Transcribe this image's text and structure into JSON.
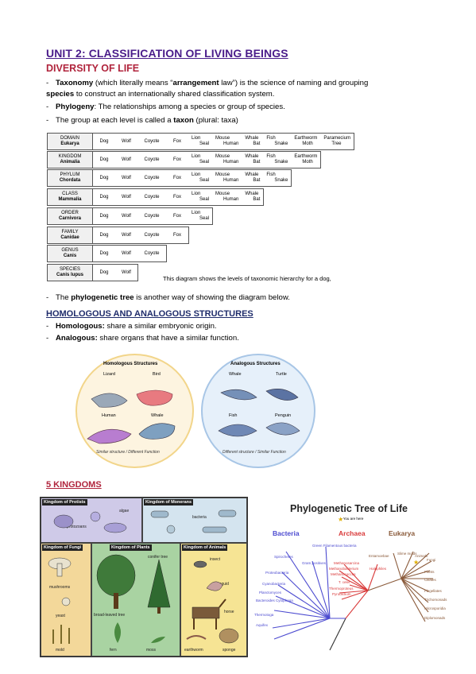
{
  "title": "UNIT 2: CLASSIFICATION OF LIVING BEINGS",
  "section1": "DIVERSITY OF LIFE",
  "bullets": [
    {
      "pre": "",
      "bold": "Taxonomy",
      "mid": " (which literally means “",
      "bold2": "arrangement",
      "post": " law”) is the science of naming and grouping"
    },
    {
      "pre": "",
      "bold": "species",
      "mid": " to construct an internationally shared classification system.",
      "bold2": "",
      "post": ""
    },
    {
      "pre": "",
      "bold": "Phylogeny",
      "mid": ": The relationships among a species or group of species.",
      "bold2": "",
      "post": ""
    },
    {
      "pre": "The group at each level is called a ",
      "bold": "taxon",
      "mid": " (plural: taxa)",
      "bold2": "",
      "post": ""
    }
  ],
  "taxonomy": [
    {
      "level": "DOMAIN",
      "name": "Eukarya",
      "cells": [
        "Dog",
        "Wolf",
        "Coyote",
        "Fox"
      ],
      "pairs": [
        [
          "Lion",
          "Seal"
        ],
        [
          "Mouse",
          "Human"
        ],
        [
          "Whale",
          "Bat"
        ],
        [
          "Fish",
          "Snake"
        ],
        [
          "Earthworm",
          "Moth"
        ],
        [
          "Paramecium",
          "Tree"
        ]
      ]
    },
    {
      "level": "KINGDOM",
      "name": "Animalia",
      "cells": [
        "Dog",
        "Wolf",
        "Coyote",
        "Fox"
      ],
      "pairs": [
        [
          "Lion",
          "Seal"
        ],
        [
          "Mouse",
          "Human"
        ],
        [
          "Whale",
          "Bat"
        ],
        [
          "Fish",
          "Snake"
        ],
        [
          "Earthworm",
          "Moth"
        ]
      ]
    },
    {
      "level": "PHYLUM",
      "name": "Chordata",
      "cells": [
        "Dog",
        "Wolf",
        "Coyote",
        "Fox"
      ],
      "pairs": [
        [
          "Lion",
          "Seal"
        ],
        [
          "Mouse",
          "Human"
        ],
        [
          "Whale",
          "Bat"
        ],
        [
          "Fish",
          "Snake"
        ]
      ]
    },
    {
      "level": "CLASS",
      "name": "Mammalia",
      "cells": [
        "Dog",
        "Wolf",
        "Coyote",
        "Fox"
      ],
      "pairs": [
        [
          "Lion",
          "Seal"
        ],
        [
          "Mouse",
          "Human"
        ],
        [
          "Whale",
          "Bat"
        ]
      ]
    },
    {
      "level": "ORDER",
      "name": "Carnivora",
      "cells": [
        "Dog",
        "Wolf",
        "Coyote",
        "Fox"
      ],
      "pairs": [
        [
          "Lion",
          "Seal"
        ]
      ]
    },
    {
      "level": "FAMILY",
      "name": "Canidae",
      "cells": [
        "Dog",
        "Wolf",
        "Coyote",
        "Fox"
      ],
      "pairs": []
    },
    {
      "level": "GENUS",
      "name": "Canis",
      "cells": [
        "Dog",
        "Wolf",
        "Coyote"
      ],
      "pairs": []
    },
    {
      "level": "SPECIES",
      "name": "Canis lupus",
      "cells": [
        "Dog",
        "Wolf"
      ],
      "pairs": []
    }
  ],
  "caption": "This diagram shows the levels of taxonomic hierarchy for a dog,",
  "bullet5": {
    "pre": "The ",
    "bold": "phylogenetic tree",
    "post": " is another way of showing the diagram below."
  },
  "section2": "HOMOLOGOUS AND ANALOGOUS STRUCTURES",
  "bullet6": {
    "bold": "Homologous:",
    "post": " share a similar embryonic origin."
  },
  "bullet7": {
    "bold": "Analogous:",
    "post": " share organs that have a similar function."
  },
  "homologous": {
    "title": "Homologous Structures",
    "labels": [
      "Lizard",
      "Bird",
      "Human",
      "Whale"
    ],
    "footer": "Similar structure / Different Function"
  },
  "analogous": {
    "title": "Analogous Structures",
    "labels": [
      "Whale",
      "Turtle",
      "Fish",
      "Penguin"
    ],
    "footer": "Different structure / Similar Function"
  },
  "section3": "5 KINGDOMS",
  "kingdoms": {
    "protists": {
      "title": "Kingdom of Protists",
      "labels": [
        "algae",
        "protozoans"
      ]
    },
    "monerans": {
      "title": "Kingdom of Monerans",
      "labels": [
        "bacteria"
      ]
    },
    "fungi": {
      "title": "Kingdom of Fungi",
      "labels": [
        "mushrooms",
        "yeast",
        "mold"
      ]
    },
    "plants": {
      "title": "Kingdom of Plants",
      "labels": [
        "conifer tree",
        "broad-leaved tree",
        "fern",
        "moss"
      ]
    },
    "animals": {
      "title": "Kingdom of Animals",
      "labels": [
        "insect",
        "squid",
        "horse",
        "earthworm",
        "sponge"
      ]
    }
  },
  "tree": {
    "title": "Phylogenetic Tree of Life",
    "you_are_here": "= You are here",
    "domains": [
      {
        "name": "Bacteria",
        "color": "#4c4bd0"
      },
      {
        "name": "Archaea",
        "color": "#d93a3a"
      },
      {
        "name": "Eukarya",
        "color": "#8a5a3a"
      }
    ],
    "bacteria_labels": [
      "Green Filamentous bacteria",
      "Spirochetes",
      "Gram positives",
      "Proteobacteria",
      "Cyanobacteria",
      "Planctomyces",
      "Bacteroides Cytophaga",
      "Thermotoga",
      "Aquifex"
    ],
    "archaea_labels": [
      "Methanosarcina",
      "Methanobacterium",
      "Methanococcus",
      "Halophiles",
      "T. celer",
      "Thermoproteus",
      "Pyrodictium"
    ],
    "eukarya_labels": [
      "Entamoebae",
      "Slime molds",
      "Animals",
      "Fungi",
      "Plants",
      "Ciliates",
      "Flagellates",
      "Trichomonads",
      "Microsporidia",
      "Diplomonads"
    ]
  }
}
